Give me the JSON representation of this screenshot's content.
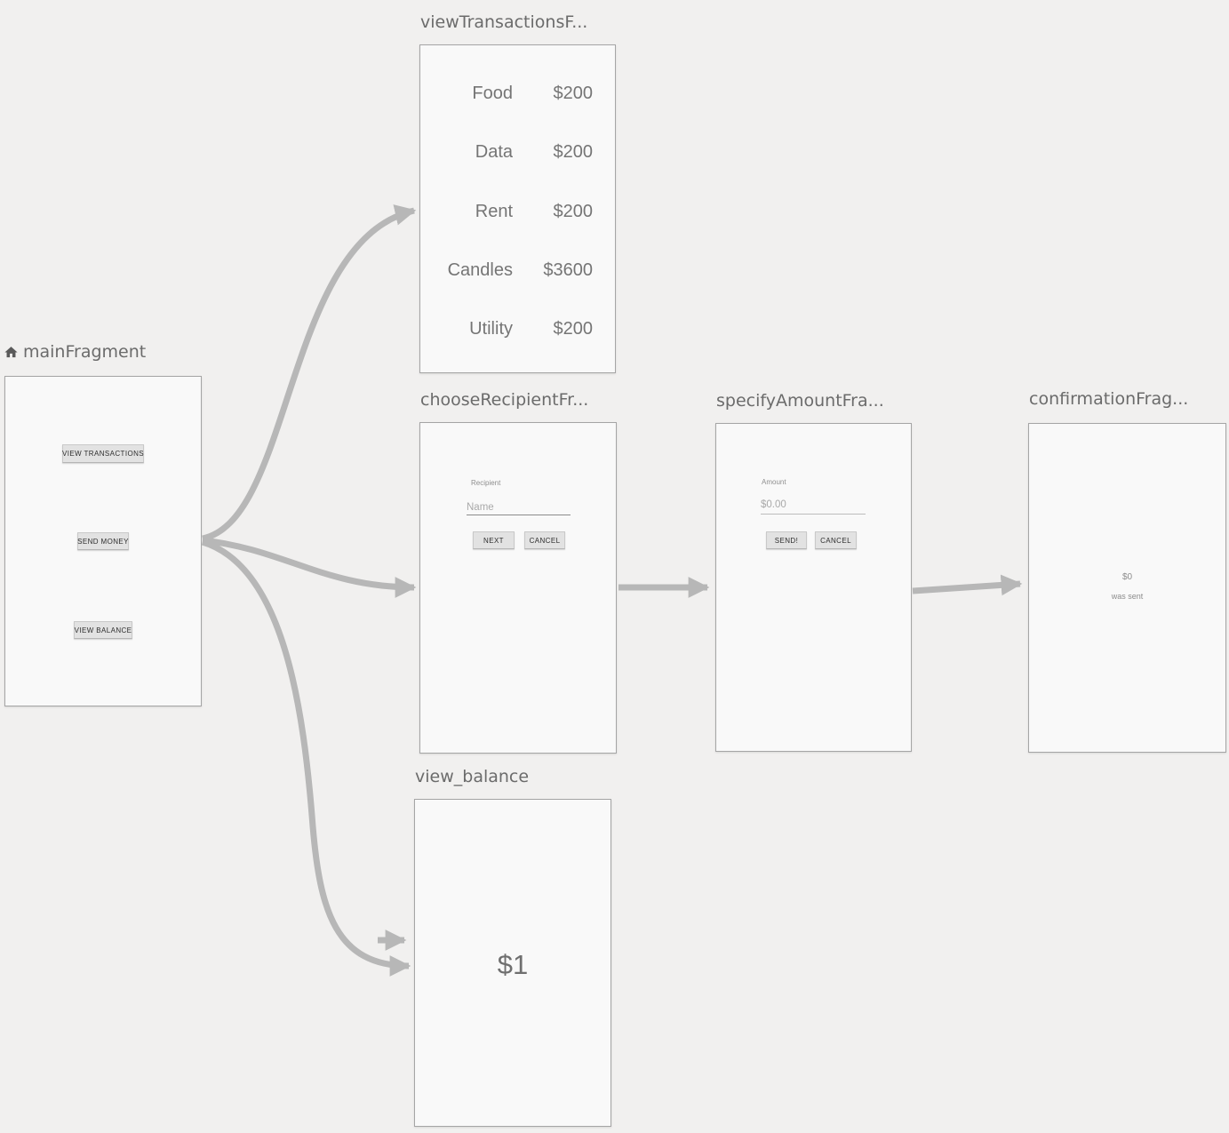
{
  "fragments": {
    "main": {
      "title": "mainFragment",
      "buttons": [
        "VIEW TRANSACTIONS",
        "SEND MONEY",
        "VIEW BALANCE"
      ]
    },
    "view_transactions": {
      "title": "viewTransactionsF...",
      "rows": [
        {
          "label": "Food",
          "amount": "$200"
        },
        {
          "label": "Data",
          "amount": "$200"
        },
        {
          "label": "Rent",
          "amount": "$200"
        },
        {
          "label": "Candles",
          "amount": "$3600"
        },
        {
          "label": "Utility",
          "amount": "$200"
        }
      ]
    },
    "choose_recipient": {
      "title": "chooseRecipientFr...",
      "field_label": "Recipient",
      "field_placeholder": "Name",
      "next_label": "NEXT",
      "cancel_label": "CANCEL"
    },
    "specify_amount": {
      "title": "specifyAmountFra...",
      "field_label": "Amount",
      "field_placeholder": "$0.00",
      "send_label": "SEND!",
      "cancel_label": "CANCEL"
    },
    "confirmation": {
      "title": "confirmationFrag...",
      "amount": "$0",
      "message": "was sent"
    },
    "view_balance": {
      "title": "view_balance",
      "balance": "$1"
    }
  },
  "edges": [
    {
      "from": "mainFragment",
      "to": "viewTransactionsF..."
    },
    {
      "from": "mainFragment",
      "to": "chooseRecipientFr..."
    },
    {
      "from": "mainFragment",
      "to": "view_balance"
    },
    {
      "from": "chooseRecipientFr...",
      "to": "specifyAmountFra..."
    },
    {
      "from": "specifyAmountFra...",
      "to": "confirmationFrag..."
    }
  ],
  "colors": {
    "background": "#f1f0ef",
    "card_background": "#f9f9f9",
    "card_border": "#a5a5a5",
    "arrow": "#b7b7b7",
    "title_text": "#6b6b6b",
    "content_text": "#757575"
  }
}
